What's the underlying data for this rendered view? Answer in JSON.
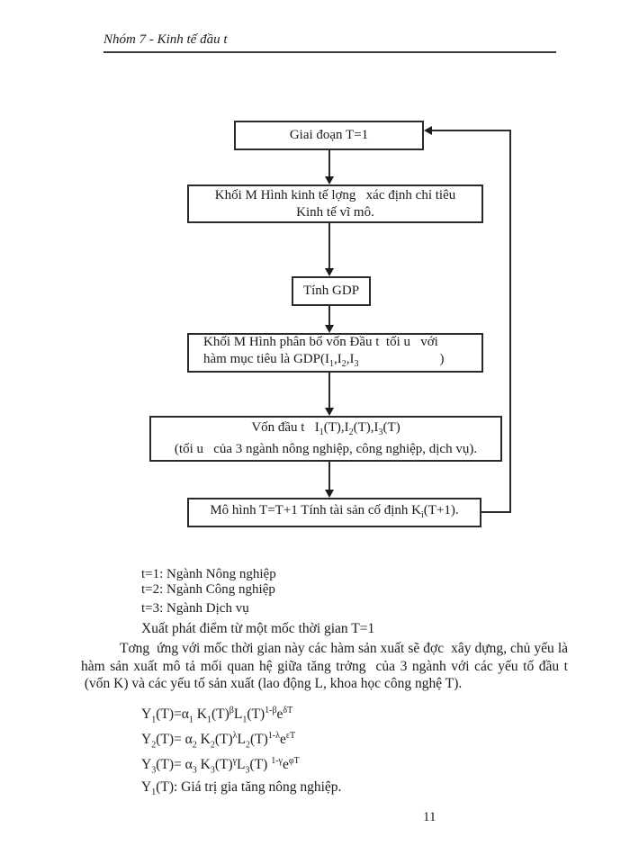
{
  "header": {
    "title": "Nhóm 7 - Kinh tế đầu t"
  },
  "flowchart": {
    "box1": "Giai đoạn T=1",
    "box2": [
      "Khối M Hình kinh tế lợng   xác định chỉ tiêu",
      "Kinh tế vĩ mô."
    ],
    "box3": "Tính GDP",
    "box4_line1": "Khối M Hình phân bổ vốn Đầu t  tối u   với",
    "box4_line2": [
      {
        "t": "n",
        "v": "hàm mục tiêu là GDP(I"
      },
      {
        "t": "sub",
        "v": "1"
      },
      {
        "t": "n",
        "v": ",I"
      },
      {
        "t": "sub",
        "v": "2"
      },
      {
        "t": "n",
        "v": ",I"
      },
      {
        "t": "sub",
        "v": "3"
      },
      {
        "t": "n",
        "v": "                        )"
      }
    ],
    "box5_line1": [
      {
        "t": "n",
        "v": "Vốn đầu t   I"
      },
      {
        "t": "sub",
        "v": "1"
      },
      {
        "t": "n",
        "v": "(T),I"
      },
      {
        "t": "sub",
        "v": "2"
      },
      {
        "t": "n",
        "v": "(T),I"
      },
      {
        "t": "sub",
        "v": "3"
      },
      {
        "t": "n",
        "v": "(T)"
      }
    ],
    "box5_line2": "(tối u   của 3 ngành nông nghiệp, công nghiệp, dịch vụ).",
    "box6": [
      {
        "t": "n",
        "v": "Mô hình T=T+1 Tính tài sản cố định K"
      },
      {
        "t": "sub",
        "v": "i"
      },
      {
        "t": "n",
        "v": "(T+1)."
      }
    ]
  },
  "notes": [
    "t=1: Ngành Nông nghiệp",
    "t=2: Ngành Công nghiệp",
    "t=3: Ngành Dịch vụ"
  ],
  "body": {
    "start_line": "Xuất phát điểm từ một mốc thời gian T=1",
    "paragraph": "Tơng  ứng với mốc thời gian này các hàm sản xuất sẽ đợc  xây dựng, chủ yếu là hàm sản xuất mô tả mối quan hệ giữa tăng trởng  của 3 ngành với các yếu tố đầu t  (vốn K) và các yếu tố sản xuất (lao động L, khoa học công nghệ T)."
  },
  "formulas": {
    "f1": [
      {
        "t": "n",
        "v": "Y"
      },
      {
        "t": "sub",
        "v": "1"
      },
      {
        "t": "n",
        "v": "(T)="
      },
      {
        "t": "n",
        "v": "α"
      },
      {
        "t": "sub",
        "v": "1"
      },
      {
        "t": "n",
        "v": " K"
      },
      {
        "t": "sub",
        "v": "1"
      },
      {
        "t": "n",
        "v": "(T)"
      },
      {
        "t": "sup",
        "v": "β"
      },
      {
        "t": "n",
        "v": "L"
      },
      {
        "t": "sub",
        "v": "1"
      },
      {
        "t": "n",
        "v": "(T)"
      },
      {
        "t": "sup",
        "v": "1-β"
      },
      {
        "t": "n",
        "v": "e"
      },
      {
        "t": "sup",
        "v": "δT"
      }
    ],
    "f2": [
      {
        "t": "n",
        "v": "Y"
      },
      {
        "t": "sub",
        "v": "2"
      },
      {
        "t": "n",
        "v": "(T)= "
      },
      {
        "t": "n",
        "v": "α"
      },
      {
        "t": "sub",
        "v": "2"
      },
      {
        "t": "n",
        "v": " K"
      },
      {
        "t": "sub",
        "v": "2"
      },
      {
        "t": "n",
        "v": "(T)"
      },
      {
        "t": "sup",
        "v": "λ"
      },
      {
        "t": "n",
        "v": "L"
      },
      {
        "t": "sub",
        "v": "2"
      },
      {
        "t": "n",
        "v": "(T)"
      },
      {
        "t": "sup",
        "v": "1-λ"
      },
      {
        "t": "n",
        "v": "e"
      },
      {
        "t": "sup",
        "v": "εT"
      }
    ],
    "f3": [
      {
        "t": "n",
        "v": "Y"
      },
      {
        "t": "sub",
        "v": "3"
      },
      {
        "t": "n",
        "v": "(T)= "
      },
      {
        "t": "n",
        "v": "α"
      },
      {
        "t": "sub",
        "v": "3"
      },
      {
        "t": "n",
        "v": " K"
      },
      {
        "t": "sub",
        "v": "3"
      },
      {
        "t": "n",
        "v": "(T)"
      },
      {
        "t": "sup",
        "v": "γ"
      },
      {
        "t": "n",
        "v": "L"
      },
      {
        "t": "sub",
        "v": "3"
      },
      {
        "t": "n",
        "v": "(T) "
      },
      {
        "t": "sup",
        "v": "1-γ"
      },
      {
        "t": "n",
        "v": "e"
      },
      {
        "t": "sup",
        "v": "φT"
      }
    ],
    "y1_label": [
      {
        "t": "n",
        "v": "Y"
      },
      {
        "t": "sub",
        "v": "1"
      },
      {
        "t": "n",
        "v": "(T): Giá trị gia tăng nông nghiệp."
      }
    ]
  },
  "page": {
    "number": "11"
  }
}
